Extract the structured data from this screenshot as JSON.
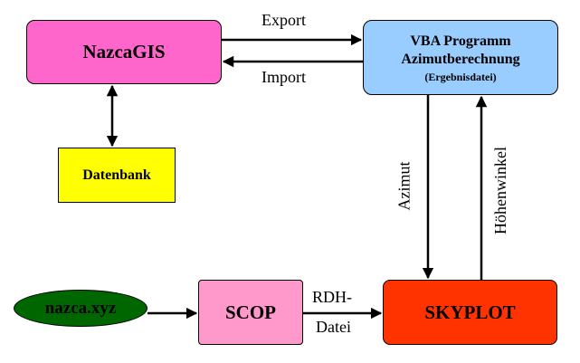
{
  "nodes": {
    "nazcagis": "NazcaGIS",
    "vba_line1": "VBA Programm",
    "vba_line2": "Azimutberechnung",
    "vba_sub": "(Ergebnisdatei)",
    "datenbank": "Datenbank",
    "nazcaxyz": "nazca.xyz",
    "scop": "SCOP",
    "skyplot": "SKYPLOT"
  },
  "edges": {
    "export": "Export",
    "import": "Import",
    "azimut": "Azimut",
    "hoehenwinkel": "Höhenwinkel",
    "rdh_line1": "RDH-",
    "rdh_line2": "Datei"
  },
  "colors": {
    "nazcagis": "#ff66cc",
    "vba": "#99ccff",
    "datenbank": "#ffff00",
    "nazcaxyz": "#006600",
    "scop": "#ff99cc",
    "skyplot": "#ff3300"
  }
}
